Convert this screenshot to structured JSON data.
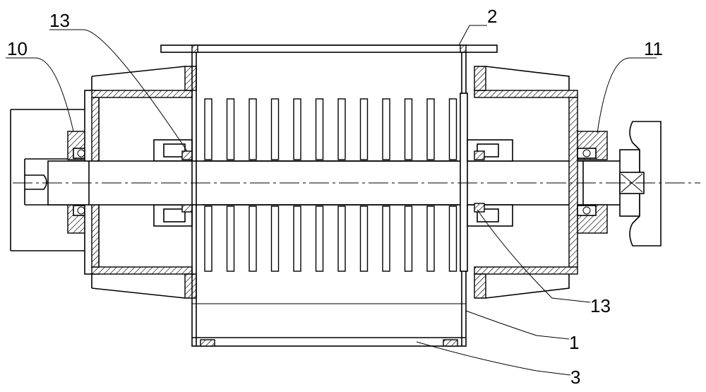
{
  "labels": {
    "l1": "1",
    "l2": "2",
    "l3": "3",
    "l10": "10",
    "l11": "11",
    "l13a": "13",
    "l13b": "13"
  }
}
